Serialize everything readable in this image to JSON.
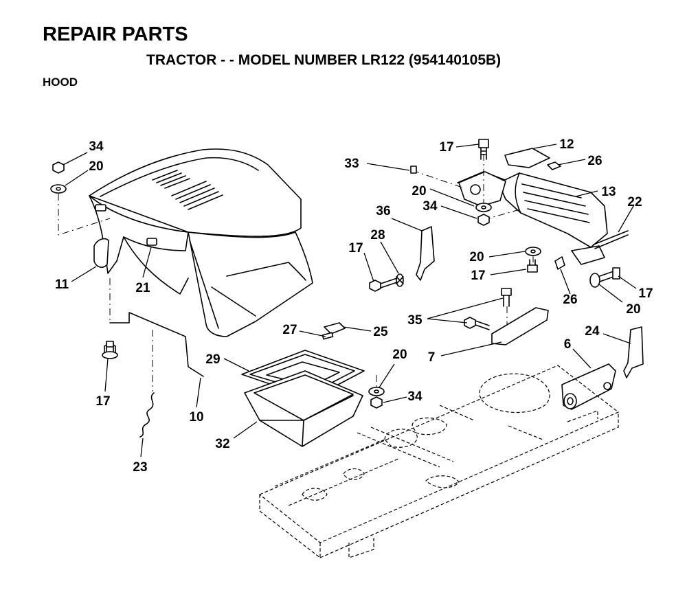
{
  "header": {
    "title": "REPAIR PARTS",
    "subtitle": "TRACTOR - - MODEL NUMBER LR122 (954140105B)",
    "section": "HOOD"
  },
  "callouts": [
    {
      "label": "34"
    },
    {
      "label": "20"
    },
    {
      "label": "11"
    },
    {
      "label": "21"
    },
    {
      "label": "17"
    },
    {
      "label": "10"
    },
    {
      "label": "23"
    },
    {
      "label": "17"
    },
    {
      "label": "12"
    },
    {
      "label": "33"
    },
    {
      "label": "26"
    },
    {
      "label": "13"
    },
    {
      "label": "20"
    },
    {
      "label": "34"
    },
    {
      "label": "36"
    },
    {
      "label": "22"
    },
    {
      "label": "28"
    },
    {
      "label": "17"
    },
    {
      "label": "20"
    },
    {
      "label": "17"
    },
    {
      "label": "26"
    },
    {
      "label": "17"
    },
    {
      "label": "20"
    },
    {
      "label": "35"
    },
    {
      "label": "27"
    },
    {
      "label": "25"
    },
    {
      "label": "7"
    },
    {
      "label": "6"
    },
    {
      "label": "24"
    },
    {
      "label": "29"
    },
    {
      "label": "20"
    },
    {
      "label": "34"
    },
    {
      "label": "32"
    }
  ]
}
